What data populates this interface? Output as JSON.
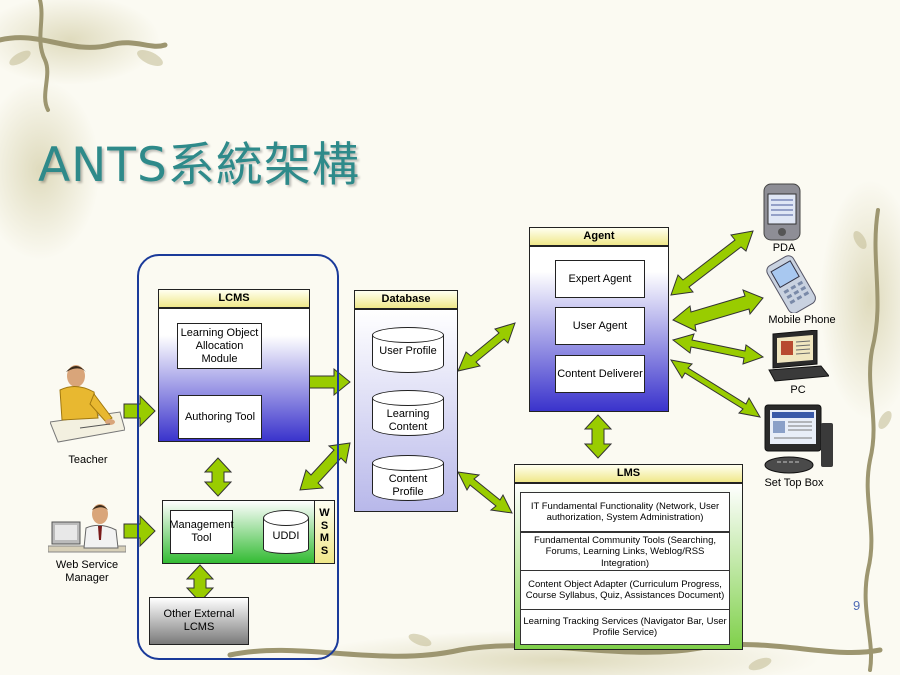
{
  "slide": {
    "title": "ANTS系統架構",
    "page_number": "9"
  },
  "actors": {
    "teacher": "Teacher",
    "web_service_manager": "Web Service Manager"
  },
  "lcms": {
    "header": "LCMS",
    "allocation_module": "Learning Object Allocation Module",
    "authoring_tool": "Authoring Tool"
  },
  "wsms": {
    "label": "WSMS",
    "management_tool": "Management Tool",
    "uddi": "UDDI"
  },
  "other_lcms": "Other External LCMS",
  "database": {
    "header": "Database",
    "items": [
      "User Profile",
      "Learning Content",
      "Content Profile"
    ]
  },
  "agent": {
    "header": "Agent",
    "items": [
      "Expert Agent",
      "User Agent",
      "Content Deliverer"
    ]
  },
  "lms": {
    "header": "LMS",
    "items": [
      "IT Fundamental Functionality (Network, User authorization, System Administration)",
      "Fundamental Community Tools (Searching, Forums, Learning Links, Weblog/RSS Integration)",
      "Content Object Adapter (Curriculum Progress, Course Syllabus, Quiz, Assistances Document)",
      "Learning Tracking Services (Navigator Bar, User Profile Service)"
    ]
  },
  "devices": [
    "PDA",
    "Mobile Phone",
    "PC",
    "Set Top Box"
  ],
  "colors": {
    "title": "#2e8a8a",
    "arrow_fill": "#99cc00",
    "lcms_gradient_bottom": "#3a33cc",
    "wsms_green": "#33bb33",
    "lms_green": "#7fd04a",
    "group_border": "#1a3a9a"
  }
}
